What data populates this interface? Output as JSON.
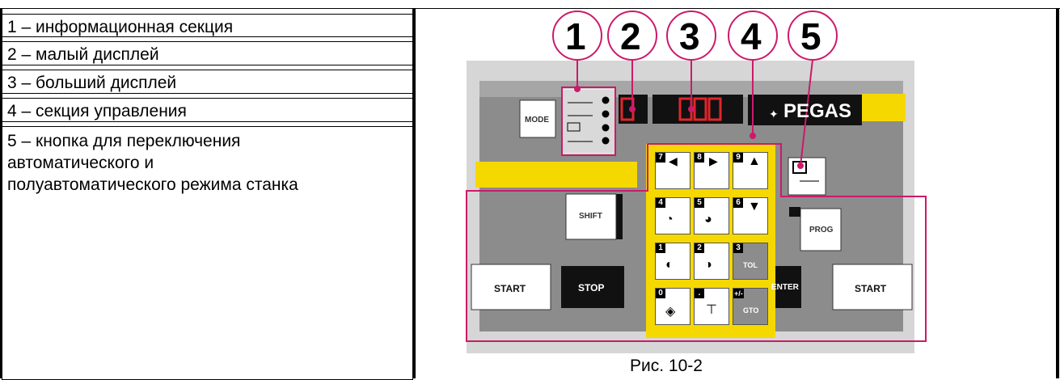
{
  "legend": [
    {
      "text": "1 – информационная секция"
    },
    {
      "text": "2 – малый дисплей"
    },
    {
      "text": "3 – больший дисплей"
    },
    {
      "text": "4 – секция управления"
    },
    {
      "lines": [
        "5 – кнопка для переключения",
        "автоматического и",
        "полуавтоматического режима станка"
      ]
    }
  ],
  "callouts": [
    "1",
    "2",
    "3",
    "4",
    "5"
  ],
  "panel": {
    "brand": "PEGAS",
    "buttons": {
      "mode": "MODE",
      "shift": "SHIFT",
      "prog": "PROG",
      "start_left": "START",
      "stop": "STOP",
      "enter": "ENTER",
      "start_right": "START"
    },
    "keypad": [
      {
        "num": "7"
      },
      {
        "num": "8"
      },
      {
        "num": "9"
      },
      {
        "num": "4"
      },
      {
        "num": "5"
      },
      {
        "num": "6"
      },
      {
        "num": "1"
      },
      {
        "num": "2"
      },
      {
        "num": "3",
        "label": "TOL"
      },
      {
        "num": "0"
      },
      {
        "num": "."
      },
      {
        "num": "+/-",
        "label": "GTO"
      }
    ]
  },
  "caption": "Рис. 10-2",
  "colors": {
    "accent": "#f5d800",
    "callout": "#cc1a6a",
    "panel_dark": "#7a7a7a",
    "panel_mid": "#9a9a9a",
    "panel_light": "#d4d4d4",
    "display": "#e0262b"
  }
}
